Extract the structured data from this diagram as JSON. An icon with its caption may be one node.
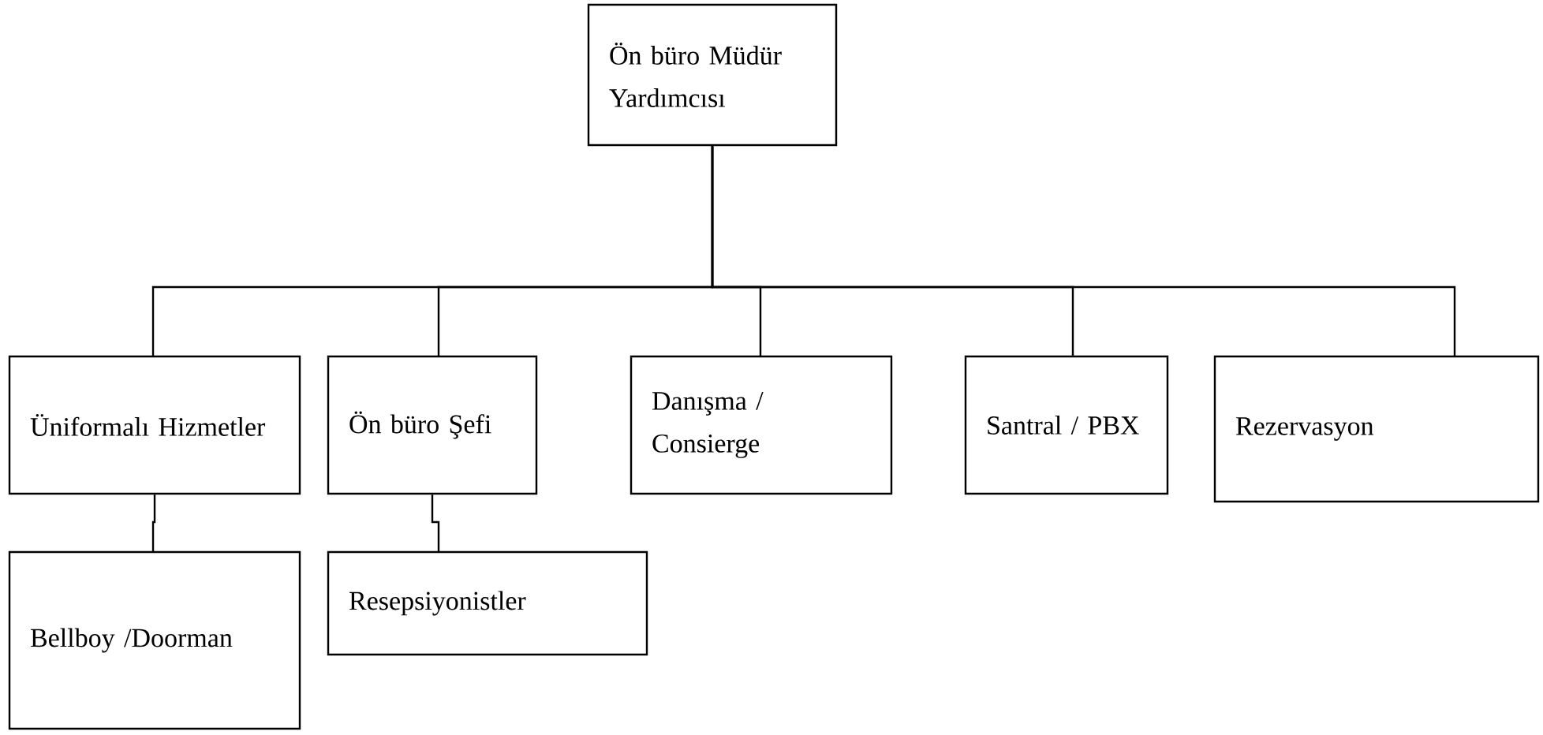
{
  "diagram": {
    "nodes": [
      {
        "text": [
          "Ön büro Müdür Yardımcısı"
        ]
      },
      {
        "text": [
          "Üniformalı Hizmetler"
        ]
      },
      {
        "text": [
          "Ön büro Şefi"
        ]
      },
      {
        "text": [
          "Danışma / Consierge"
        ]
      },
      {
        "text": [
          "Santral / PBX"
        ]
      },
      {
        "text": [
          "Rezervasyon"
        ]
      },
      {
        "text": [
          "Bellboy /Doorman"
        ]
      },
      {
        "text": [
          "Resepsiyonistler"
        ]
      }
    ],
    "edges": [
      {
        "from": 0,
        "to": 1,
        "arrow": "none"
      },
      {
        "from": 0,
        "to": 2,
        "arrow": "none"
      },
      {
        "from": 0,
        "to": 3,
        "arrow": "none"
      },
      {
        "from": 0,
        "to": 4,
        "arrow": "none"
      },
      {
        "from": 0,
        "to": 5,
        "arrow": "none"
      },
      {
        "from": 1,
        "to": 6,
        "arrow": "none"
      },
      {
        "from": 2,
        "to": 7,
        "arrow": "none"
      }
    ]
  }
}
